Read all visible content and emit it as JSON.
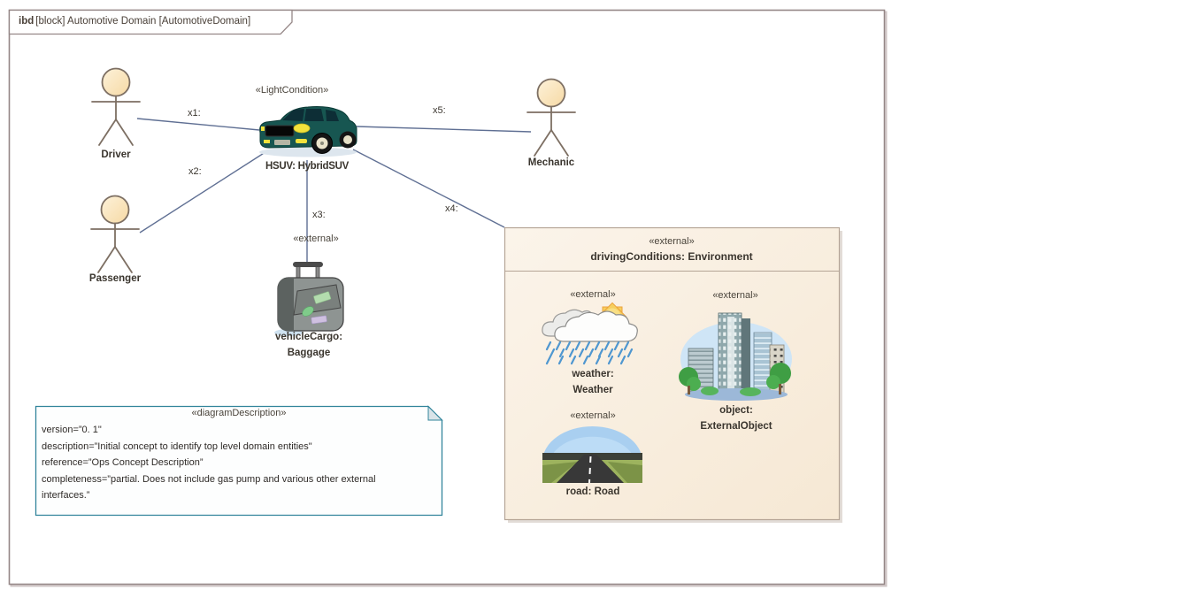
{
  "frame": {
    "keyword": "ibd",
    "title": "[block] Automotive Domain [AutomotiveDomain]"
  },
  "connector_labels": {
    "x1": "x1:",
    "x2": "x2:",
    "x3": "x3:",
    "x4": "x4:",
    "x5": "x5:"
  },
  "actors": {
    "driver": "Driver",
    "passenger": "Passenger",
    "mechanic": "Mechanic"
  },
  "car": {
    "stereotype": "«LightCondition»",
    "name": "HSUV: HybridSUV"
  },
  "cargo": {
    "stereotype": "«external»",
    "name_line1": "vehicleCargo:",
    "name_line2": "Baggage"
  },
  "environment": {
    "stereotype": "«external»",
    "name": "drivingConditions: Environment",
    "weather": {
      "stereotype": "«external»",
      "name_line1": "weather:",
      "name_line2": "Weather"
    },
    "object": {
      "stereotype": "«external»",
      "name_line1": "object:",
      "name_line2": "ExternalObject"
    },
    "road": {
      "stereotype": "«external»",
      "name": "road: Road"
    }
  },
  "note": {
    "stereotype": "«diagramDescription»",
    "lines": [
      "version=”0. 1\"",
      "description=”Initial concept to identify top level domain entities\"",
      "reference=”Ops Concept Description”",
      "completeness=”partial. Does not include gas pump and various other external interfaces.”"
    ]
  },
  "colors": {
    "connector": "#5f6f93",
    "frame_border": "#958787",
    "env_fill": "#f9efe1",
    "env_border": "#b5a596",
    "note_border": "#31849b",
    "actor_head": "#fbe9c6",
    "car_body": "#175651",
    "text": "#3a352e"
  }
}
